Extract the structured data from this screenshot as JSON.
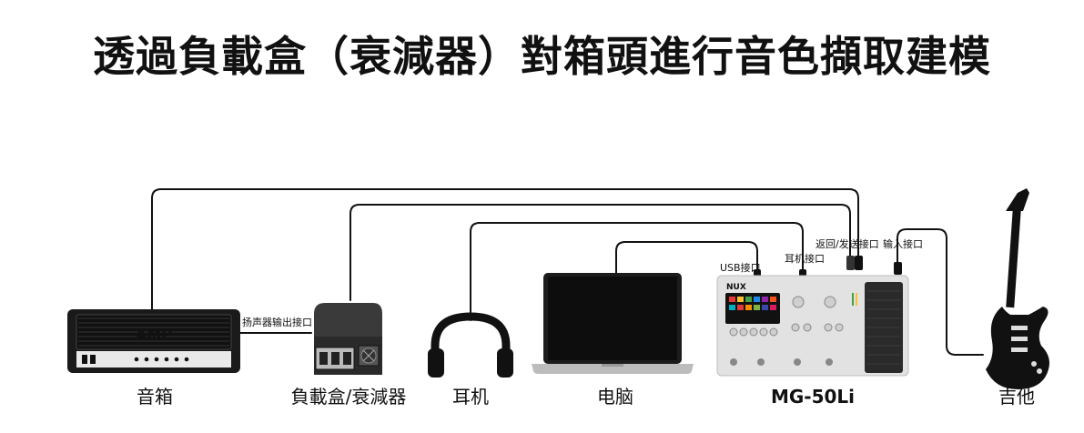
{
  "title": "透過負載盒（衰減器）對箱頭進行音色擷取建模",
  "devices": {
    "amp": {
      "label": "音箱",
      "panel_text": "AMP"
    },
    "loadbox": {
      "label": "負載盒/衰減器"
    },
    "headphones": {
      "label": "耳机"
    },
    "laptop": {
      "label": "电脑"
    },
    "processor": {
      "label": "MG-50Li",
      "brand": "NUX"
    },
    "guitar": {
      "label": "吉他"
    }
  },
  "ports": {
    "speaker_out": "扬声器输出接口",
    "usb": "USB接口",
    "headphone": "耳机接口",
    "return_send": "返回/发送接口",
    "input": "输入接口"
  }
}
